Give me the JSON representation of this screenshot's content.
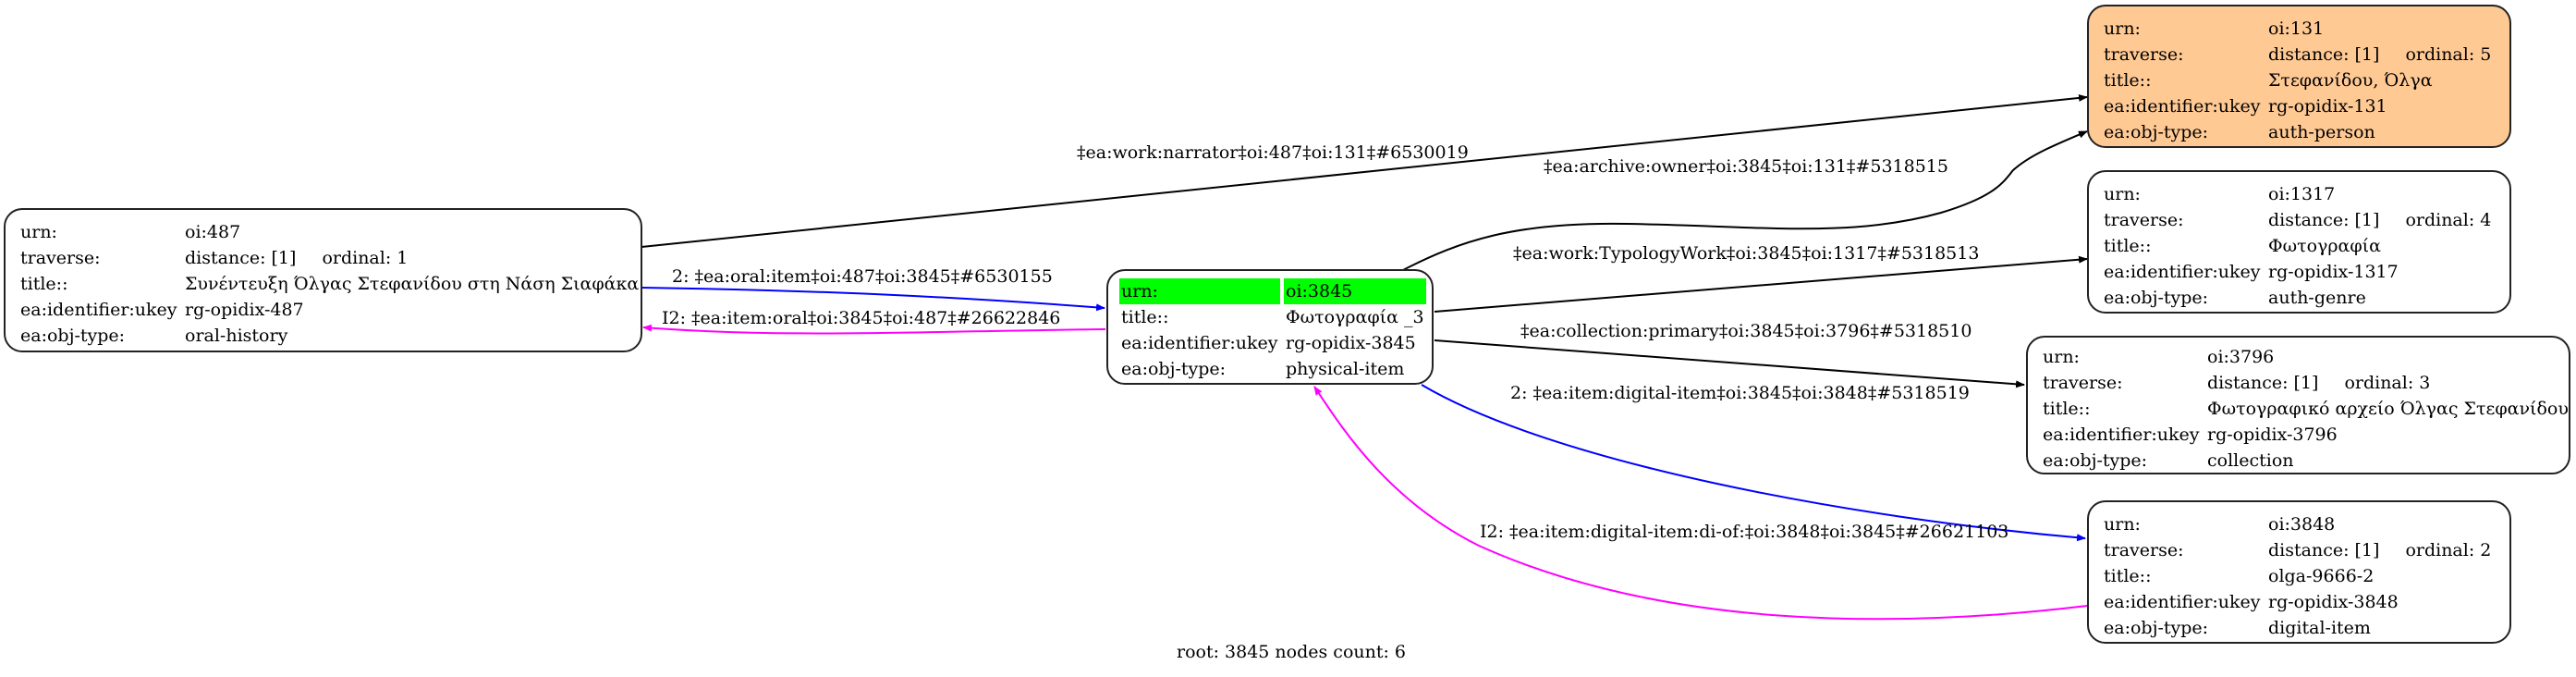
{
  "diagram": {
    "footer": "root: 3845 nodes count: 6",
    "colors": {
      "root_highlight": "#00ff00",
      "person_fill": "#ffc994",
      "edge_default": "#000000",
      "edge_forward": "#0000ff",
      "edge_inverse": "#ff00ff"
    },
    "nodes": {
      "n487": {
        "urn_key": "urn:",
        "urn": "oi:487",
        "traverse_key": "traverse:",
        "distance": "distance: [1]",
        "ordinal": "ordinal: 1",
        "title_key": "title::",
        "title": "Συνέντευξη Όλγας Στεφανίδου στη Νάση Σιαφάκα",
        "ukey_key": "ea:identifier:ukey",
        "ukey": "rg-opidix-487",
        "type_key": "ea:obj-type:",
        "type": "oral-history"
      },
      "n3845": {
        "urn_key": "urn:",
        "urn": "oi:3845",
        "title_key": "title::",
        "title": "Φωτογραφία _3",
        "ukey_key": "ea:identifier:ukey",
        "ukey": "rg-opidix-3845",
        "type_key": "ea:obj-type:",
        "type": "physical-item"
      },
      "n131": {
        "urn_key": "urn:",
        "urn": "oi:131",
        "traverse_key": "traverse:",
        "distance": "distance: [1]",
        "ordinal": "ordinal: 5",
        "title_key": "title::",
        "title": "Στεφανίδου, Όλγα",
        "ukey_key": "ea:identifier:ukey",
        "ukey": "rg-opidix-131",
        "type_key": "ea:obj-type:",
        "type": "auth-person"
      },
      "n1317": {
        "urn_key": "urn:",
        "urn": "oi:1317",
        "traverse_key": "traverse:",
        "distance": "distance: [1]",
        "ordinal": "ordinal: 4",
        "title_key": "title::",
        "title": "Φωτογραφία",
        "ukey_key": "ea:identifier:ukey",
        "ukey": "rg-opidix-1317",
        "type_key": "ea:obj-type:",
        "type": "auth-genre"
      },
      "n3796": {
        "urn_key": "urn:",
        "urn": "oi:3796",
        "traverse_key": "traverse:",
        "distance": "distance: [1]",
        "ordinal": "ordinal: 3",
        "title_key": "title::",
        "title": "Φωτογραφικό αρχείο Όλγας Στεφανίδου",
        "ukey_key": "ea:identifier:ukey",
        "ukey": "rg-opidix-3796",
        "type_key": "ea:obj-type:",
        "type": "collection"
      },
      "n3848": {
        "urn_key": "urn:",
        "urn": "oi:3848",
        "traverse_key": "traverse:",
        "distance": "distance: [1]",
        "ordinal": "ordinal: 2",
        "title_key": "title::",
        "title": "olga-9666-2",
        "ukey_key": "ea:identifier:ukey",
        "ukey": "rg-opidix-3848",
        "type_key": "ea:obj-type:",
        "type": "digital-item"
      }
    },
    "edges": {
      "narrator": {
        "label": "‡ea:work:narrator‡oi:487‡oi:131‡#6530019",
        "from": "oi:487",
        "to": "oi:131",
        "kind": "default"
      },
      "owner": {
        "label": "‡ea:archive:owner‡oi:3845‡oi:131‡#5318515",
        "from": "oi:3845",
        "to": "oi:131",
        "kind": "default"
      },
      "typology": {
        "label": "‡ea:work:TypologyWork‡oi:3845‡oi:1317‡#5318513",
        "from": "oi:3845",
        "to": "oi:1317",
        "kind": "default"
      },
      "collection": {
        "label": "‡ea:collection:primary‡oi:3845‡oi:3796‡#5318510",
        "from": "oi:3845",
        "to": "oi:3796",
        "kind": "default"
      },
      "oral_item": {
        "label": "2: ‡ea:oral:item‡oi:487‡oi:3845‡#6530155",
        "from": "oi:487",
        "to": "oi:3845",
        "kind": "forward"
      },
      "item_oral": {
        "label": "I2: ‡ea:item:oral‡oi:3845‡oi:487‡#26622846",
        "from": "oi:3845",
        "to": "oi:487",
        "kind": "inverse"
      },
      "digital_item": {
        "label": "2: ‡ea:item:digital-item‡oi:3845‡oi:3848‡#5318519",
        "from": "oi:3845",
        "to": "oi:3848",
        "kind": "forward"
      },
      "digital_item_of": {
        "label": "I2: ‡ea:item:digital-item:di-of:‡oi:3848‡oi:3845‡#26621103",
        "from": "oi:3848",
        "to": "oi:3845",
        "kind": "inverse"
      }
    }
  }
}
